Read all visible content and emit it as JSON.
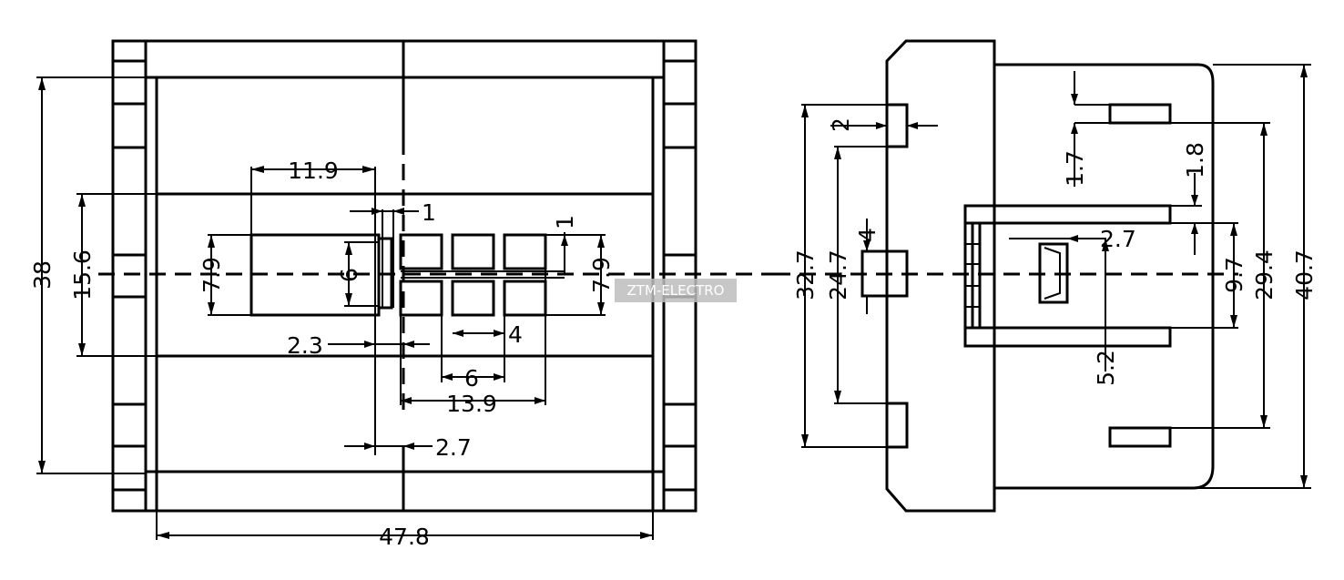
{
  "watermark": "ZTM-ELECTRO",
  "front_view": {
    "dimensions": {
      "width_47_8": "47.8",
      "height_38": "38",
      "height_15_6": "15.6",
      "dim_11_9": "11.9",
      "dim_1_top": "1",
      "dim_1_right": "1",
      "dim_7_9_left": "7.9",
      "dim_7_9_right": "7.9",
      "dim_6_vertical": "6",
      "dim_2_3": "2.3",
      "dim_4": "4",
      "dim_6_horizontal": "6",
      "dim_13_9": "13.9",
      "dim_2_7": "2.7"
    }
  },
  "side_view": {
    "dimensions": {
      "dim_2": "2",
      "dim_4": "4",
      "dim_32_7": "32.7",
      "dim_24_7": "24.7",
      "dim_1_7": "1.7",
      "dim_1_8": "1.8",
      "dim_2_7": "2.7",
      "dim_5_2": "5.2",
      "dim_9_7": "9.7",
      "dim_29_4": "29.4",
      "dim_40_7": "40.7"
    }
  }
}
